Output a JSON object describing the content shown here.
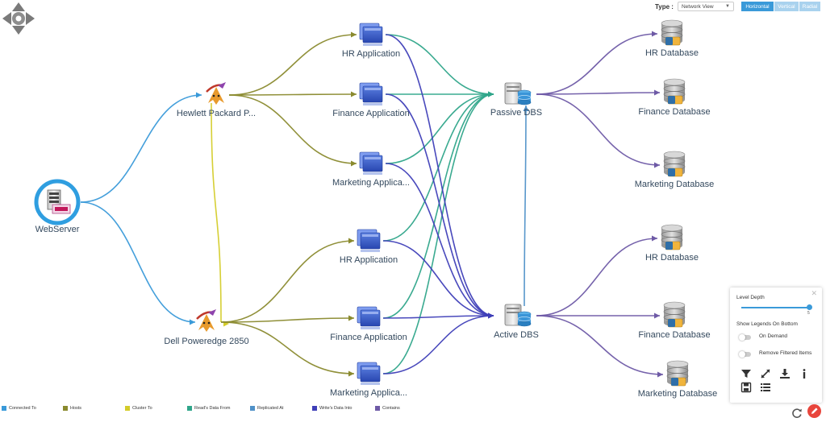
{
  "toolbar": {
    "type_label": "Type :",
    "type_value": "Network View",
    "orientations": [
      "Horizontal",
      "Vertical",
      "Radial"
    ],
    "active_orientation": "Horizontal"
  },
  "colors": {
    "connected_to": "#3a9ad9",
    "hosts": "#8a8a2e",
    "cluster_to": "#d4cc2a",
    "reads_data_from": "#2fa58a",
    "replicated_at": "#4f91c8",
    "writes_data_into": "#3f3fb8",
    "contains": "#6e5aa6",
    "accent": "#3a9ad9",
    "label": "#34495e"
  },
  "nodes": [
    {
      "id": "webserver",
      "label": "WebServer",
      "icon": "server-icon"
    },
    {
      "id": "hp",
      "label": "Hewlett Packard P...",
      "icon": "tomcat-icon"
    },
    {
      "id": "dell",
      "label": "Dell Poweredge 2850",
      "icon": "tomcat-icon"
    },
    {
      "id": "hr_app_1",
      "label": "HR Application",
      "icon": "application-icon"
    },
    {
      "id": "fin_app_1",
      "label": "Finance Application",
      "icon": "application-icon"
    },
    {
      "id": "mkt_app_1",
      "label": "Marketing Applica...",
      "icon": "application-icon"
    },
    {
      "id": "hr_app_2",
      "label": "HR Application",
      "icon": "application-icon"
    },
    {
      "id": "fin_app_2",
      "label": "Finance Application",
      "icon": "application-icon"
    },
    {
      "id": "mkt_app_2",
      "label": "Marketing Applica...",
      "icon": "application-icon"
    },
    {
      "id": "passive",
      "label": "Passive DBS",
      "icon": "database-server-icon"
    },
    {
      "id": "active",
      "label": "Active DBS",
      "icon": "database-server-icon"
    },
    {
      "id": "hr_db_1",
      "label": "HR Database",
      "icon": "mysql-database-icon"
    },
    {
      "id": "fin_db_1",
      "label": "Finance Database",
      "icon": "mysql-database-icon"
    },
    {
      "id": "mkt_db_1",
      "label": "Marketing Database",
      "icon": "mysql-database-icon"
    },
    {
      "id": "hr_db_2",
      "label": "HR Database",
      "icon": "mysql-database-icon"
    },
    {
      "id": "fin_db_2",
      "label": "Finance Database",
      "icon": "mysql-database-icon"
    },
    {
      "id": "mkt_db_2",
      "label": "Marketing Database",
      "icon": "mysql-database-icon"
    }
  ],
  "edges": [
    {
      "from": "webserver",
      "to": "hp",
      "type": "connected_to"
    },
    {
      "from": "webserver",
      "to": "dell",
      "type": "connected_to"
    },
    {
      "from": "hp",
      "to": "dell",
      "type": "cluster_to"
    },
    {
      "from": "hp",
      "to": "hr_app_1",
      "type": "hosts"
    },
    {
      "from": "hp",
      "to": "fin_app_1",
      "type": "hosts"
    },
    {
      "from": "hp",
      "to": "mkt_app_1",
      "type": "hosts"
    },
    {
      "from": "dell",
      "to": "hr_app_2",
      "type": "hosts"
    },
    {
      "from": "dell",
      "to": "fin_app_2",
      "type": "hosts"
    },
    {
      "from": "dell",
      "to": "mkt_app_2",
      "type": "hosts"
    },
    {
      "from": "hr_app_1",
      "to": "passive",
      "type": "reads_data_from"
    },
    {
      "from": "fin_app_1",
      "to": "passive",
      "type": "reads_data_from"
    },
    {
      "from": "mkt_app_1",
      "to": "passive",
      "type": "reads_data_from"
    },
    {
      "from": "hr_app_2",
      "to": "passive",
      "type": "reads_data_from"
    },
    {
      "from": "fin_app_2",
      "to": "passive",
      "type": "reads_data_from"
    },
    {
      "from": "mkt_app_2",
      "to": "passive",
      "type": "reads_data_from"
    },
    {
      "from": "hr_app_1",
      "to": "active",
      "type": "writes_data_into"
    },
    {
      "from": "fin_app_1",
      "to": "active",
      "type": "writes_data_into"
    },
    {
      "from": "mkt_app_1",
      "to": "active",
      "type": "writes_data_into"
    },
    {
      "from": "hr_app_2",
      "to": "active",
      "type": "writes_data_into"
    },
    {
      "from": "fin_app_2",
      "to": "active",
      "type": "writes_data_into"
    },
    {
      "from": "mkt_app_2",
      "to": "active",
      "type": "writes_data_into"
    },
    {
      "from": "active",
      "to": "passive",
      "type": "replicated_at"
    },
    {
      "from": "passive",
      "to": "hr_db_1",
      "type": "contains"
    },
    {
      "from": "passive",
      "to": "fin_db_1",
      "type": "contains"
    },
    {
      "from": "passive",
      "to": "mkt_db_1",
      "type": "contains"
    },
    {
      "from": "active",
      "to": "hr_db_2",
      "type": "contains"
    },
    {
      "from": "active",
      "to": "fin_db_2",
      "type": "contains"
    },
    {
      "from": "active",
      "to": "mkt_db_2",
      "type": "contains"
    }
  ],
  "panel": {
    "level_depth_label": "Level Depth",
    "level_depth_value": "5",
    "level_depth_fraction": 1.0,
    "show_legends_label": "Show Legends On Bottom",
    "on_demand_label": "On Demand",
    "remove_filtered_label": "Remove Filtered Items",
    "tools": [
      "filter-icon",
      "expand-icon",
      "download-icon",
      "info-icon",
      "save-icon",
      "list-icon"
    ]
  },
  "legend": [
    {
      "key": "connected_to",
      "label": "Connected To"
    },
    {
      "key": "hosts",
      "label": "Hosts"
    },
    {
      "key": "cluster_to",
      "label": "Cluster To"
    },
    {
      "key": "reads_data_from",
      "label": "Read's Data From"
    },
    {
      "key": "replicated_at",
      "label": "Replicated At"
    },
    {
      "key": "writes_data_into",
      "label": "Write's Data Into"
    },
    {
      "key": "contains",
      "label": "Contains"
    }
  ]
}
